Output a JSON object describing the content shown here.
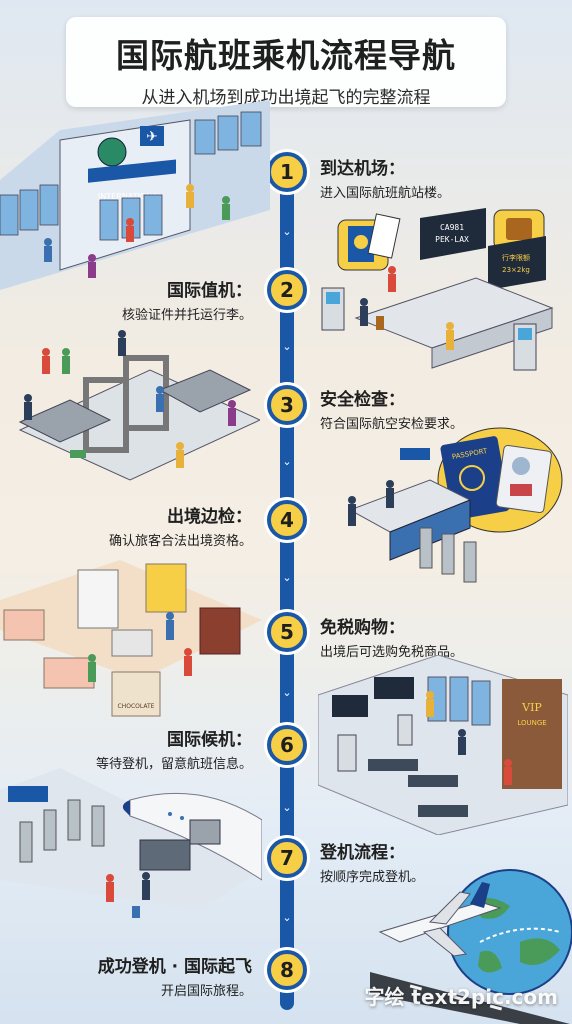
{
  "header": {
    "title": "国际航班乘机流程导航",
    "subtitle": "从进入机场到成功出境起飞的完整流程"
  },
  "colors": {
    "timeline": "#1b57a7",
    "node_fill": "#f6cf47",
    "accent_yellow": "#f6cf47"
  },
  "steps": [
    {
      "number": "1",
      "title": "到达机场：",
      "desc": "进入国际航班航站楼。"
    },
    {
      "number": "2",
      "title": "国际值机：",
      "desc": "核验证件并托运行李。"
    },
    {
      "number": "3",
      "title": "安全检查：",
      "desc": "符合国际航空安检要求。"
    },
    {
      "number": "4",
      "title": "出境边检：",
      "desc": "确认旅客合法出境资格。"
    },
    {
      "number": "5",
      "title": "免税购物：",
      "desc": "出境后可选购免税商品。"
    },
    {
      "number": "6",
      "title": "国际候机：",
      "desc": "等待登机，留意航班信息。"
    },
    {
      "number": "7",
      "title": "登机流程：",
      "desc": "按顺序完成登机。"
    },
    {
      "number": "8",
      "title": "成功登机 · 国际起飞",
      "desc": "开启国际旅程。"
    }
  ],
  "illustrations": {
    "terminal_sign": "INTERNATIONAL",
    "flight_board": "CA981\nPEK-LAX",
    "baggage_sign": "行李限额\n23×2kg",
    "passport_label": "PASSPORT",
    "shop_label": "CHOCOLATE",
    "lounge_label": "VIP\nLOUNGE"
  },
  "watermark": "字绘 text2pic.com"
}
